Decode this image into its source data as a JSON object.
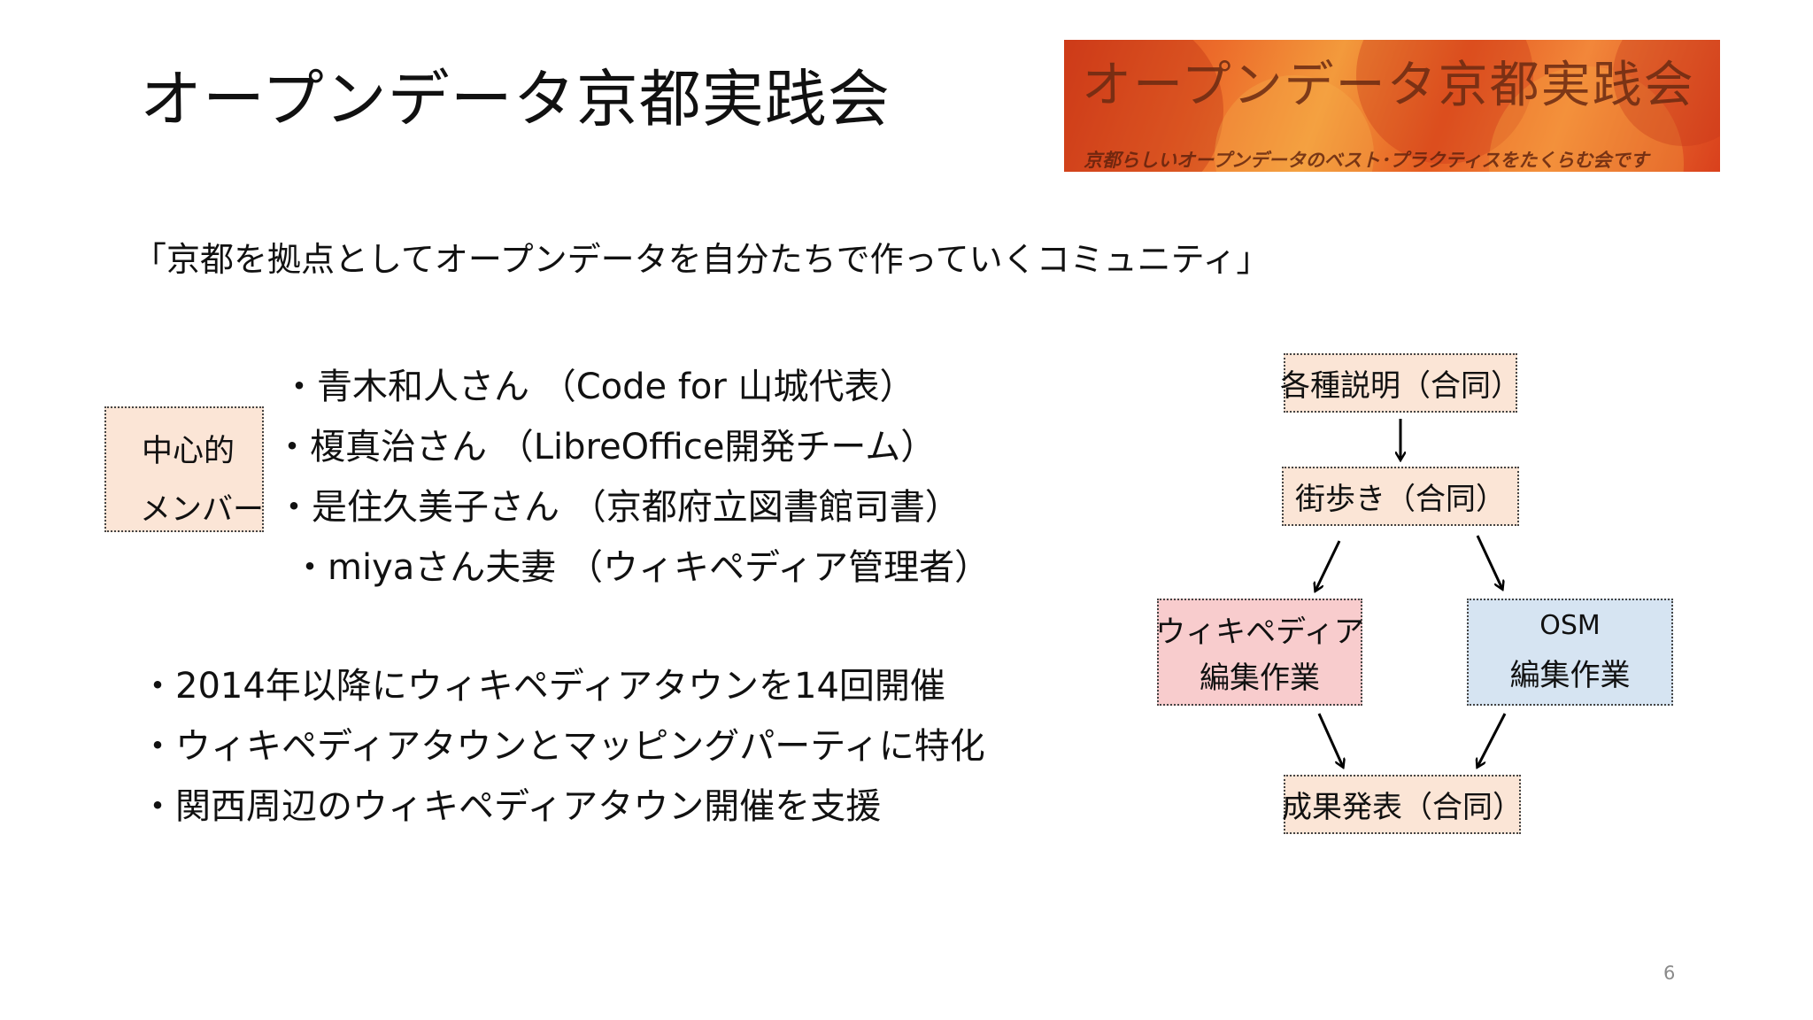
{
  "slide": {
    "title": "オープンデータ京都実践会",
    "page_number": "6"
  },
  "banner": {
    "title": "オープンデータ京都実践会",
    "subtitle": "京都らしいオープンデータのベスト･プラクティスをたくらむ会です"
  },
  "tagline": "「京都を拠点としてオープンデータを自分たちで作っていくコミュニティ」",
  "core_members": {
    "label_line1": "中心的",
    "label_line2": "メンバー",
    "members": [
      "・青木和人さん （Code for 山城代表）",
      "・榎真治さん （LibreOffice開発チーム）",
      "・是住久美子さん （京都府立図書館司書）",
      "・miyaさん夫妻 （ウィキペディア管理者）"
    ]
  },
  "facts": [
    "・2014年以降にウィキペディアタウンを14回開催",
    "・ウィキペディアタウンとマッピングパーティに特化",
    "・関西周辺のウィキペディアタウン開催を支援"
  ],
  "flow": {
    "step1": "各種説明（合同）",
    "step2": "街歩き（合同）",
    "wiki_line1": "ウィキペディア",
    "wiki_line2": "編集作業",
    "osm_line1": "OSM",
    "osm_line2": "編集作業",
    "step4": "成果発表（合同）"
  },
  "colors": {
    "peach": "#fbe5d6",
    "pink": "#f8cccd",
    "blue": "#d6e4f2"
  }
}
